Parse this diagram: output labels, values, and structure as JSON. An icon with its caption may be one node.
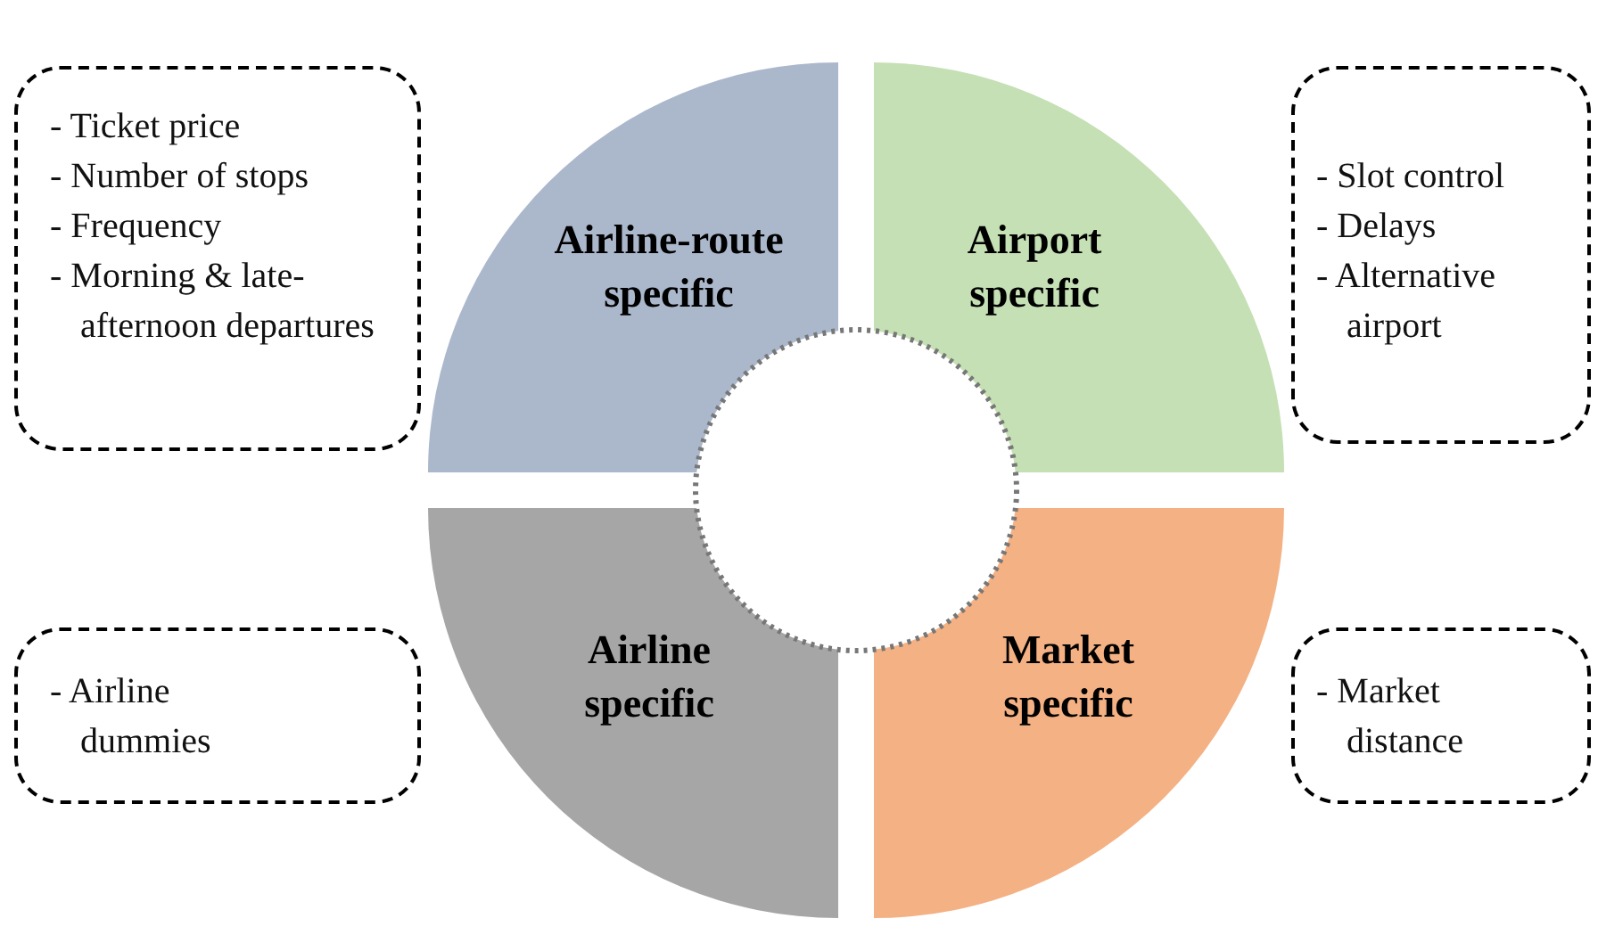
{
  "diagram": {
    "nodes": [
      {
        "text": [
          "- Ticket price",
          "- Number of stops",
          "- Frequency",
          "- Morning & late-afternoon departures"
        ]
      },
      {
        "text": [
          "Airline-route specific"
        ]
      },
      {
        "text": [
          "Airport specific"
        ]
      },
      {
        "text": [
          "- Slot control",
          "- Delays",
          "- Alternative airport"
        ]
      },
      {
        "text": [],
        "shape": "circle"
      },
      {
        "text": [
          "- Airline dummies"
        ]
      },
      {
        "text": [
          "Airline specific"
        ]
      },
      {
        "text": [
          "Market specific"
        ]
      },
      {
        "text": [
          "- Market distance"
        ]
      }
    ]
  }
}
